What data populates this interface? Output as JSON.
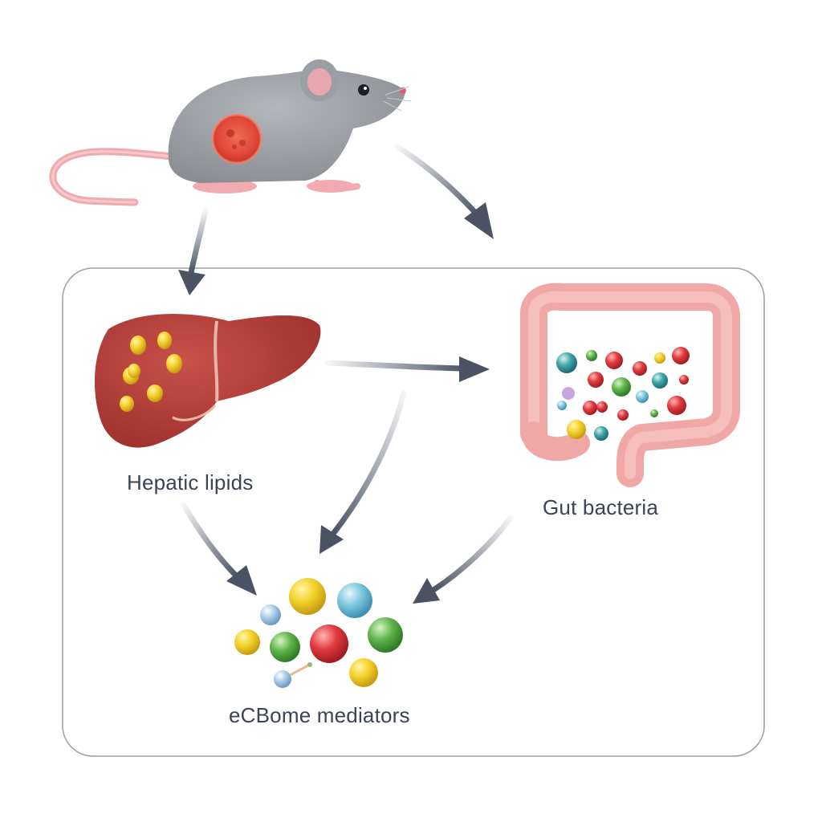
{
  "labels": {
    "hepatic": "Hepatic lipids",
    "gut": "Gut bacteria",
    "ecbome": "eCBome mediators"
  },
  "icons": {
    "mouse": "mouse-icon",
    "liver": "liver-icon",
    "intestine": "intestine-icon",
    "mediators": "molecule-cluster-icon"
  },
  "colors": {
    "panel_border": "#9aa0a8",
    "arrow": "#4a5263",
    "mouse_body": "#9b9ea3",
    "tumor": "#e2483a",
    "liver": "#b43a34",
    "lipid_droplet": "#e9c43f",
    "intestine": "#f0a8a6",
    "text": "#3a4456"
  }
}
